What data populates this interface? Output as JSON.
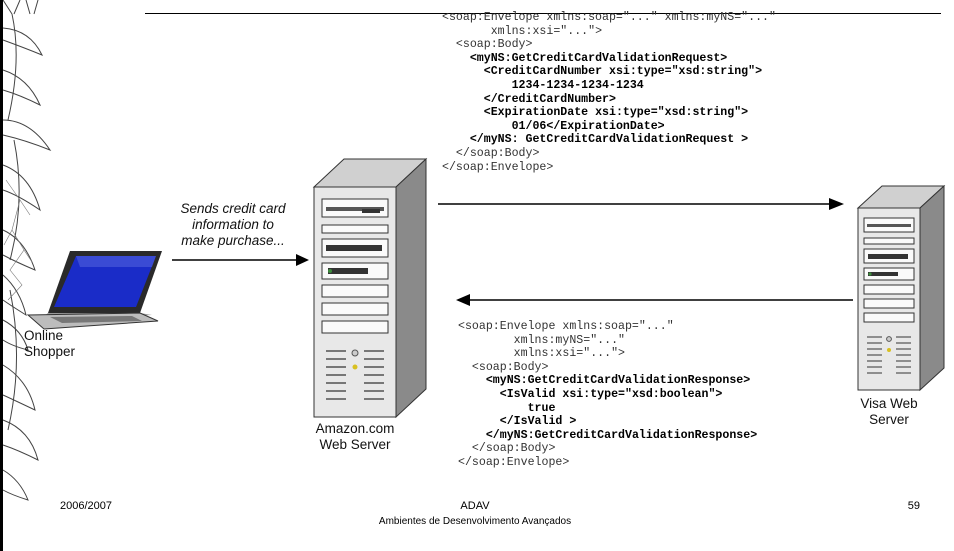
{
  "request_xml": [
    {
      "text": "<soap:Envelope xmlns:soap=\"...\" xmlns:myNS=\"...\"",
      "bold": false
    },
    {
      "text": "       xmlns:xsi=\"...\">",
      "bold": false
    },
    {
      "text": "  <soap:Body>",
      "bold": false
    },
    {
      "text": "    <myNS:GetCreditCardValidationRequest>",
      "bold": true
    },
    {
      "text": "      <CreditCardNumber xsi:type=\"xsd:string\">",
      "bold": true
    },
    {
      "text": "          1234-1234-1234-1234",
      "bold": true
    },
    {
      "text": "      </CreditCardNumber>",
      "bold": true
    },
    {
      "text": "      <ExpirationDate xsi:type=\"xsd:string\">",
      "bold": true
    },
    {
      "text": "          01/06</ExpirationDate>",
      "bold": true
    },
    {
      "text": "    </myNS: GetCreditCardValidationRequest >",
      "bold": true
    },
    {
      "text": "  </soap:Body>",
      "bold": false
    },
    {
      "text": "</soap:Envelope>",
      "bold": false
    }
  ],
  "response_xml": [
    {
      "text": "<soap:Envelope xmlns:soap=\"...\"",
      "bold": false
    },
    {
      "text": "        xmlns:myNS=\"...\"",
      "bold": false
    },
    {
      "text": "        xmlns:xsi=\"...\">",
      "bold": false
    },
    {
      "text": "  <soap:Body>",
      "bold": false
    },
    {
      "text": "    <myNS:GetCreditCardValidationResponse>",
      "bold": true
    },
    {
      "text": "      <IsValid xsi:type=\"xsd:boolean\">",
      "bold": true
    },
    {
      "text": "          true",
      "bold": true
    },
    {
      "text": "      </IsValid >",
      "bold": true
    },
    {
      "text": "    </myNS:GetCreditCardValidationResponse>",
      "bold": true
    },
    {
      "text": "  </soap:Body>",
      "bold": false
    },
    {
      "text": "</soap:Envelope>",
      "bold": false
    }
  ],
  "labels": {
    "sends_line1": "Sends credit card",
    "sends_line2": "information to",
    "sends_line3": "make purchase...",
    "shopper_line1": "Online",
    "shopper_line2": "Shopper",
    "amazon_line1": "Amazon.com",
    "amazon_line2": "Web Server",
    "visa_line1": "Visa Web",
    "visa_line2": "Server"
  },
  "footer": {
    "year": "2006/2007",
    "course_code": "ADAV",
    "course_name": "Ambientes de Desenvolvimento Avançados",
    "page_number": "59"
  },
  "colors": {
    "laptop_screen": "#1a2cc8",
    "server_body": "#e8e8e8",
    "led_green": "#3c8c3c",
    "led_yellow": "#d8c020"
  }
}
